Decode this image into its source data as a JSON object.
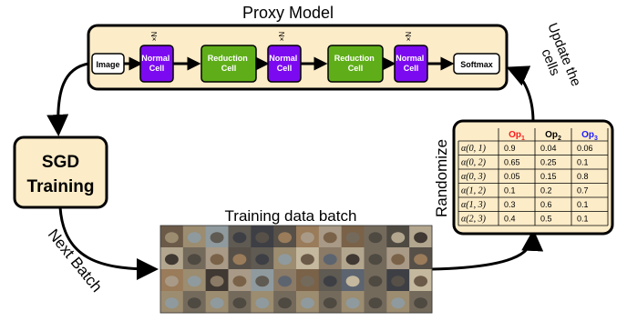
{
  "proxy_model": {
    "title": "Proxy Model",
    "nodes": [
      {
        "label": "Image",
        "kind": "io"
      },
      {
        "label": "Normal\nCell",
        "kind": "normal",
        "repeat": "×N"
      },
      {
        "label": "Reduction\nCell",
        "kind": "reduction"
      },
      {
        "label": "Normal\nCell",
        "kind": "normal",
        "repeat": "×N"
      },
      {
        "label": "Reduction\nCell",
        "kind": "reduction"
      },
      {
        "label": "Normal\nCell",
        "kind": "normal",
        "repeat": "×N"
      },
      {
        "label": "Softmax",
        "kind": "io"
      }
    ]
  },
  "sgd_box": {
    "line1": "SGD",
    "line2": "Training"
  },
  "labels": {
    "next_batch": "Next Batch",
    "training_data": "Training data batch",
    "randomize": "Randomize",
    "update_line1": "Update the",
    "update_line2": "cells"
  },
  "table": {
    "headers": [
      {
        "main": "Op",
        "sub": "1",
        "color": "#ff1a1a"
      },
      {
        "main": "Op",
        "sub": "2",
        "color": "#000000"
      },
      {
        "main": "Op",
        "sub": "3",
        "color": "#1a1aff"
      }
    ],
    "rows": [
      {
        "label": "α(0, 1)",
        "values": [
          "0.9",
          "0.04",
          "0.06"
        ]
      },
      {
        "label": "α(0, 2)",
        "values": [
          "0.65",
          "0.25",
          "0.1"
        ]
      },
      {
        "label": "α(0, 3)",
        "values": [
          "0.05",
          "0.15",
          "0.8"
        ]
      },
      {
        "label": "α(1, 2)",
        "values": [
          "0.1",
          "0.2",
          "0.7"
        ]
      },
      {
        "label": "α(1, 3)",
        "values": [
          "0.3",
          "0.6",
          "0.1"
        ]
      },
      {
        "label": "α(2, 3)",
        "values": [
          "0.4",
          "0.5",
          "0.1"
        ]
      }
    ]
  },
  "colors": {
    "panel_fill": "#fcecc8",
    "normal_cell": "#7c0af0",
    "reduction_cell": "#5fae19",
    "io_fill": "#ffffff"
  }
}
